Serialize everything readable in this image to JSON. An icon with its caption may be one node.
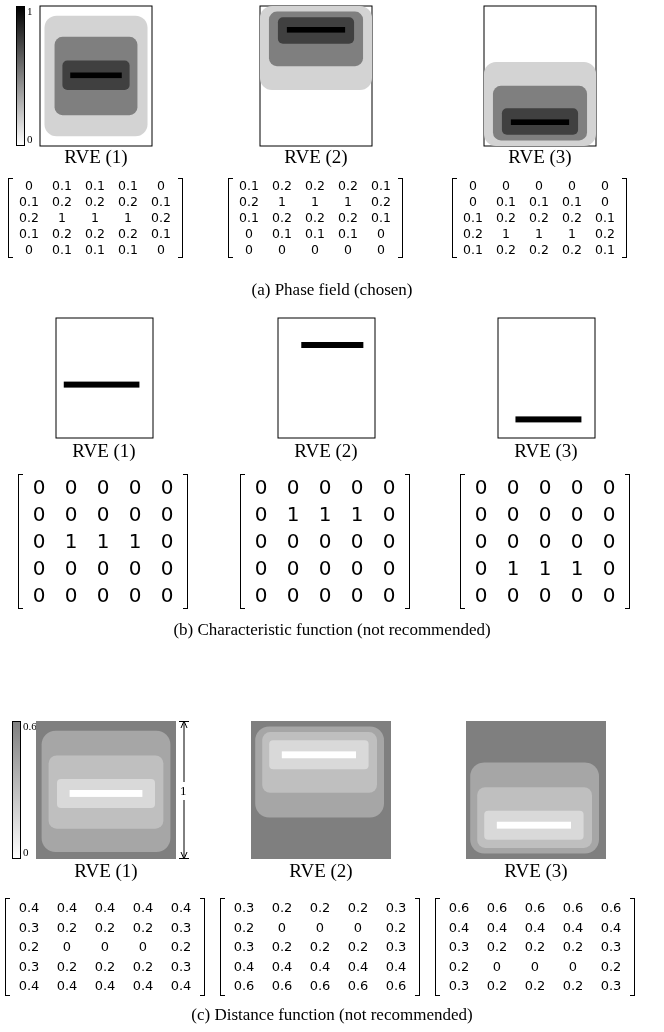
{
  "diagram": {
    "labels": [
      "1",
      "0",
      "RVE (1)",
      "RVE (2)",
      "RVE (3)",
      "0",
      "0.1",
      "0.1",
      "0.1",
      "0",
      "0.1",
      "0.2",
      "0.2",
      "0.2",
      "0.1",
      "0.2",
      "1",
      "1",
      "1",
      "0.2",
      "0.1",
      "0.2",
      "0.2",
      "0.2",
      "0.1",
      "0",
      "0.1",
      "0.1",
      "0.1",
      "0",
      "0.1",
      "0.2",
      "0.2",
      "0.2",
      "0.1",
      "0.2",
      "1",
      "1",
      "1",
      "0.2",
      "0.1",
      "0.2",
      "0.2",
      "0.2",
      "0.1",
      "0",
      "0.1",
      "0.1",
      "0.1",
      "0",
      "0",
      "0",
      "0",
      "0",
      "0",
      "0",
      "0",
      "0",
      "0",
      "0",
      "0",
      "0.1",
      "0.1",
      "0.1",
      "0",
      "0.1",
      "0.2",
      "0.2",
      "0.2",
      "0.1",
      "0.2",
      "1",
      "1",
      "1",
      "0.2",
      "0.1",
      "0.2",
      "0.2",
      "0.2",
      "0.1",
      "(a) Phase field (chosen)",
      "RVE (1)",
      "RVE (2)",
      "RVE (3)",
      "0",
      "0",
      "0",
      "0",
      "0",
      "0",
      "0",
      "0",
      "0",
      "0",
      "0",
      "1",
      "1",
      "1",
      "0",
      "0",
      "0",
      "0",
      "0",
      "0",
      "0",
      "0",
      "0",
      "0",
      "0",
      "0",
      "0",
      "0",
      "0",
      "0",
      "0",
      "1",
      "1",
      "1",
      "0",
      "0",
      "0",
      "0",
      "0",
      "0",
      "0",
      "0",
      "0",
      "0",
      "0",
      "0",
      "0",
      "0",
      "0",
      "0",
      "0",
      "0",
      "0",
      "0",
      "0",
      "0",
      "0",
      "0",
      "0",
      "0",
      "0",
      "0",
      "0",
      "0",
      "0",
      "0",
      "1",
      "1",
      "1",
      "0",
      "0",
      "0",
      "0",
      "0",
      "0",
      "(b) Characteristic function (not recommended)",
      "0.6",
      "0",
      "1",
      "RVE (1)",
      "RVE (2)",
      "RVE (3)",
      "0.4",
      "0.4",
      "0.4",
      "0.4",
      "0.4",
      "0.3",
      "0.2",
      "0.2",
      "0.2",
      "0.3",
      "0.2",
      "0",
      "0",
      "0",
      "0.2",
      "0.3",
      "0.2",
      "0.2",
      "0.2",
      "0.3",
      "0.4",
      "0.4",
      "0.4",
      "0.4",
      "0.4",
      "0.3",
      "0.2",
      "0.2",
      "0.2",
      "0.3",
      "0.2",
      "0",
      "0",
      "0",
      "0.2",
      "0.3",
      "0.2",
      "0.2",
      "0.2",
      "0.3",
      "0.4",
      "0.4",
      "0.4",
      "0.4",
      "0.4",
      "0.6",
      "0.6",
      "0.6",
      "0.6",
      "0.6",
      "0.6",
      "0.6",
      "0.6",
      "0.6",
      "0.6",
      "0.4",
      "0.4",
      "0.4",
      "0.4",
      "0.4",
      "0.3",
      "0.2",
      "0.2",
      "0.2",
      "0.3",
      "0.2",
      "0",
      "0",
      "0",
      "0.2",
      "0.3",
      "0.2",
      "0.2",
      "0.2",
      "0.3",
      "(c) Distance function (not recommended)"
    ]
  }
}
